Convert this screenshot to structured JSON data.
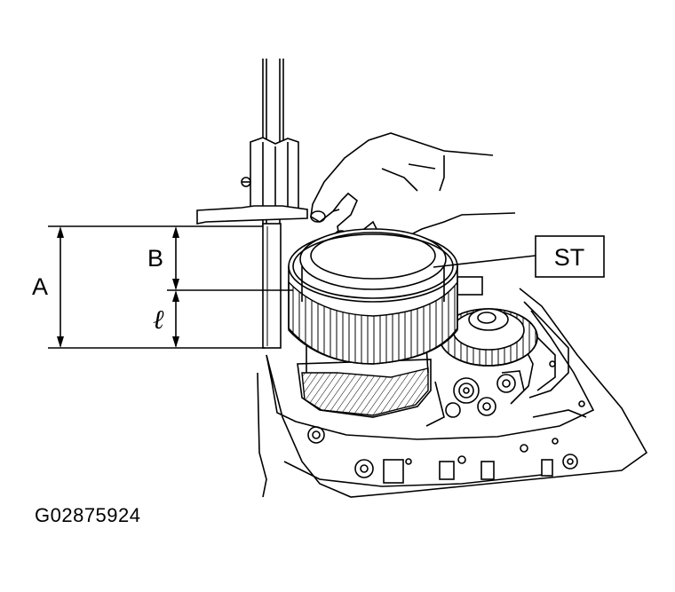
{
  "labels": {
    "dimension_a": "A",
    "dimension_b": "B",
    "dimension_l": "ℓ",
    "special_tool": "ST"
  },
  "figure_id": "G02875924"
}
